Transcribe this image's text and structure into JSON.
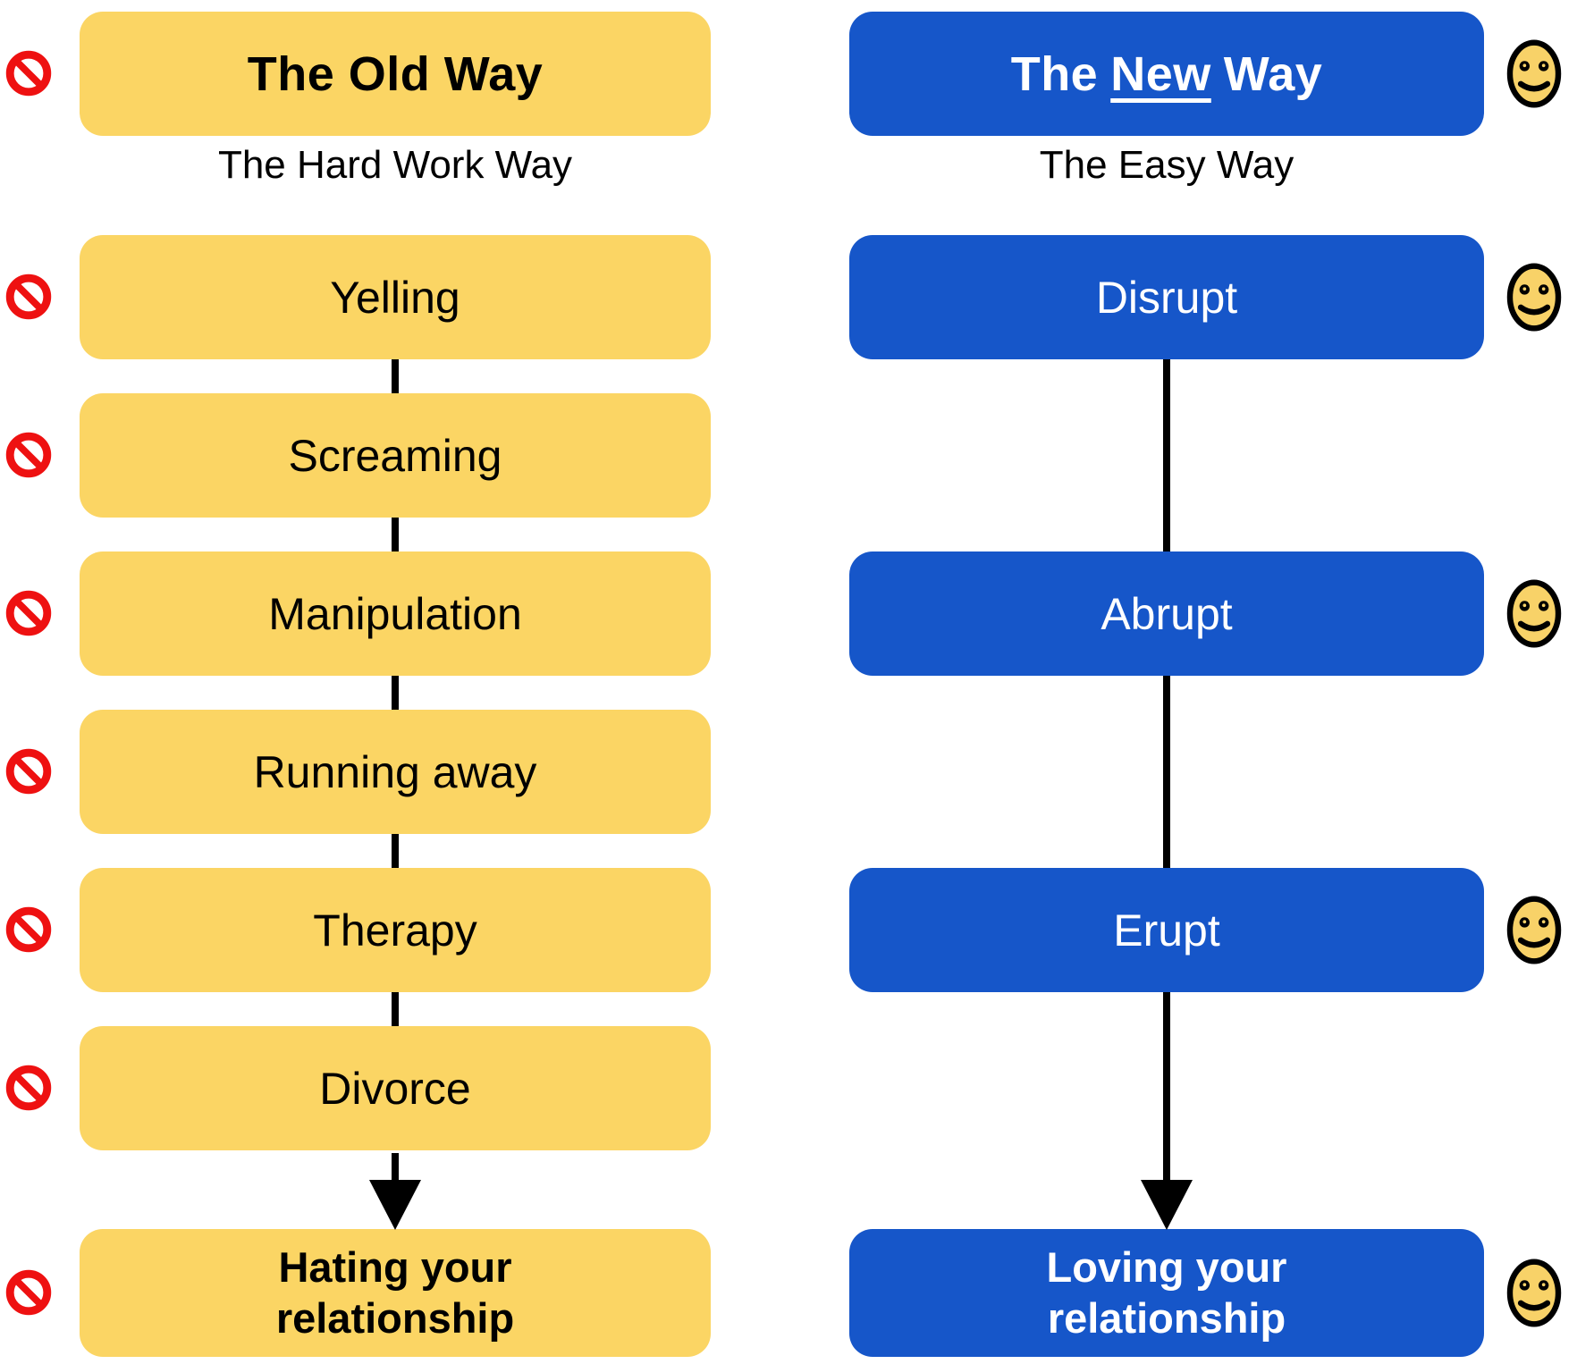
{
  "old_way": {
    "title": "The Old Way",
    "subtitle": "The Hard Work Way",
    "steps": [
      "Yelling",
      "Screaming",
      "Manipulation",
      "Running away",
      "Therapy",
      "Divorce"
    ],
    "outcome": "Hating your relationship"
  },
  "new_way": {
    "title_pre": "The",
    "title_emph": "New",
    "title_post": "Way",
    "subtitle": "The Easy Way",
    "steps": [
      "Disrupt",
      "Abrupt",
      "Erupt"
    ],
    "outcome": "Loving your relationship"
  },
  "icons": {
    "old_marker": "no-entry-icon",
    "new_marker": "smiley-icon"
  },
  "colors": {
    "old_box_yellow": "#FBD564",
    "new_box_blue": "#1656C9",
    "no_entry_red": "#EE1111",
    "smiley_face_yellow": "#F8D268",
    "connector_black": "#000000",
    "old_text": "#000000",
    "new_text": "#FFFFFF"
  }
}
